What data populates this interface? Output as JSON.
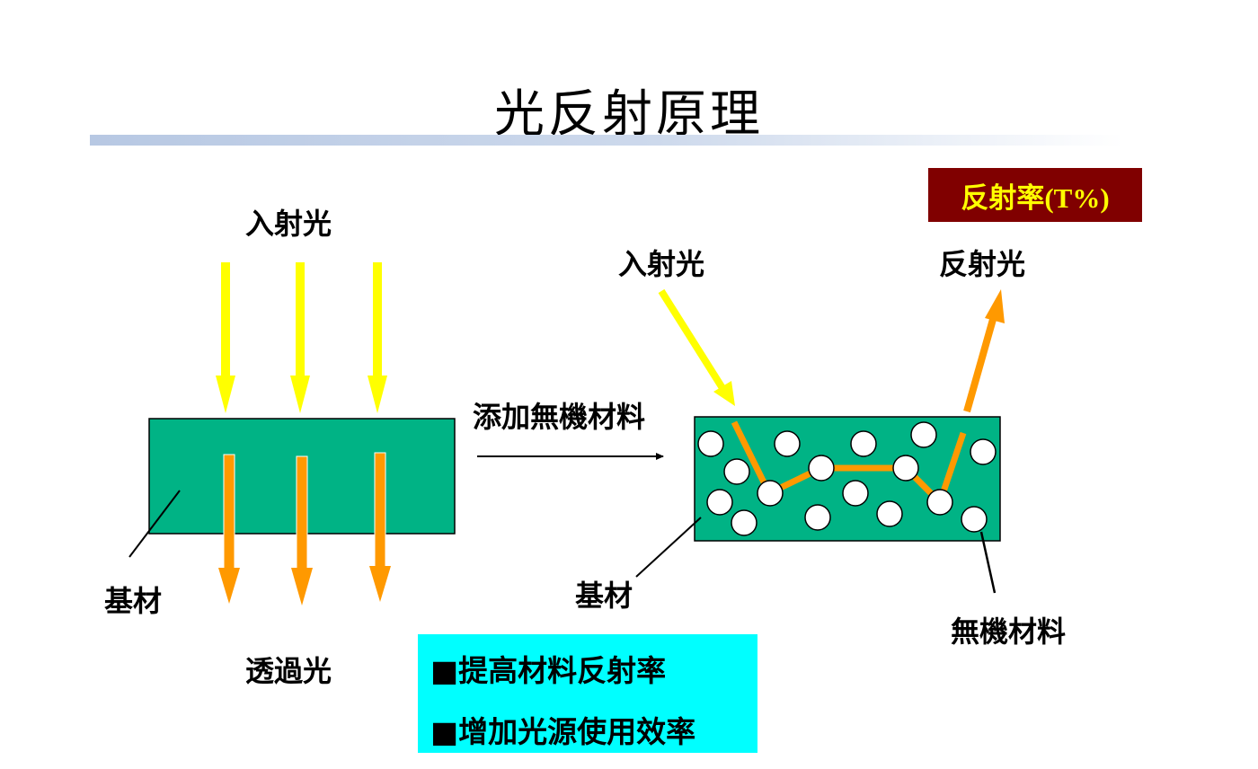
{
  "title": "光反射原理",
  "left_panel": {
    "incident_label": "入射光",
    "substrate_label": "基材",
    "transmitted_label": "透過光"
  },
  "process_label": "添加無機材料",
  "right_panel": {
    "badge": "反射率(T%)",
    "incident_label": "入射光",
    "reflected_label": "反射光",
    "substrate_label": "基材",
    "particles_label": "無機材料"
  },
  "benefits": [
    "■提高材料反射率",
    "■增加光源使用效率"
  ],
  "colors": {
    "substrate": "#00b385",
    "incident": "#ffff00",
    "transmitted": "#ff9900",
    "badge_bg": "#800000",
    "badge_text": "#ffff00",
    "benefits_bg": "#00ffff"
  }
}
